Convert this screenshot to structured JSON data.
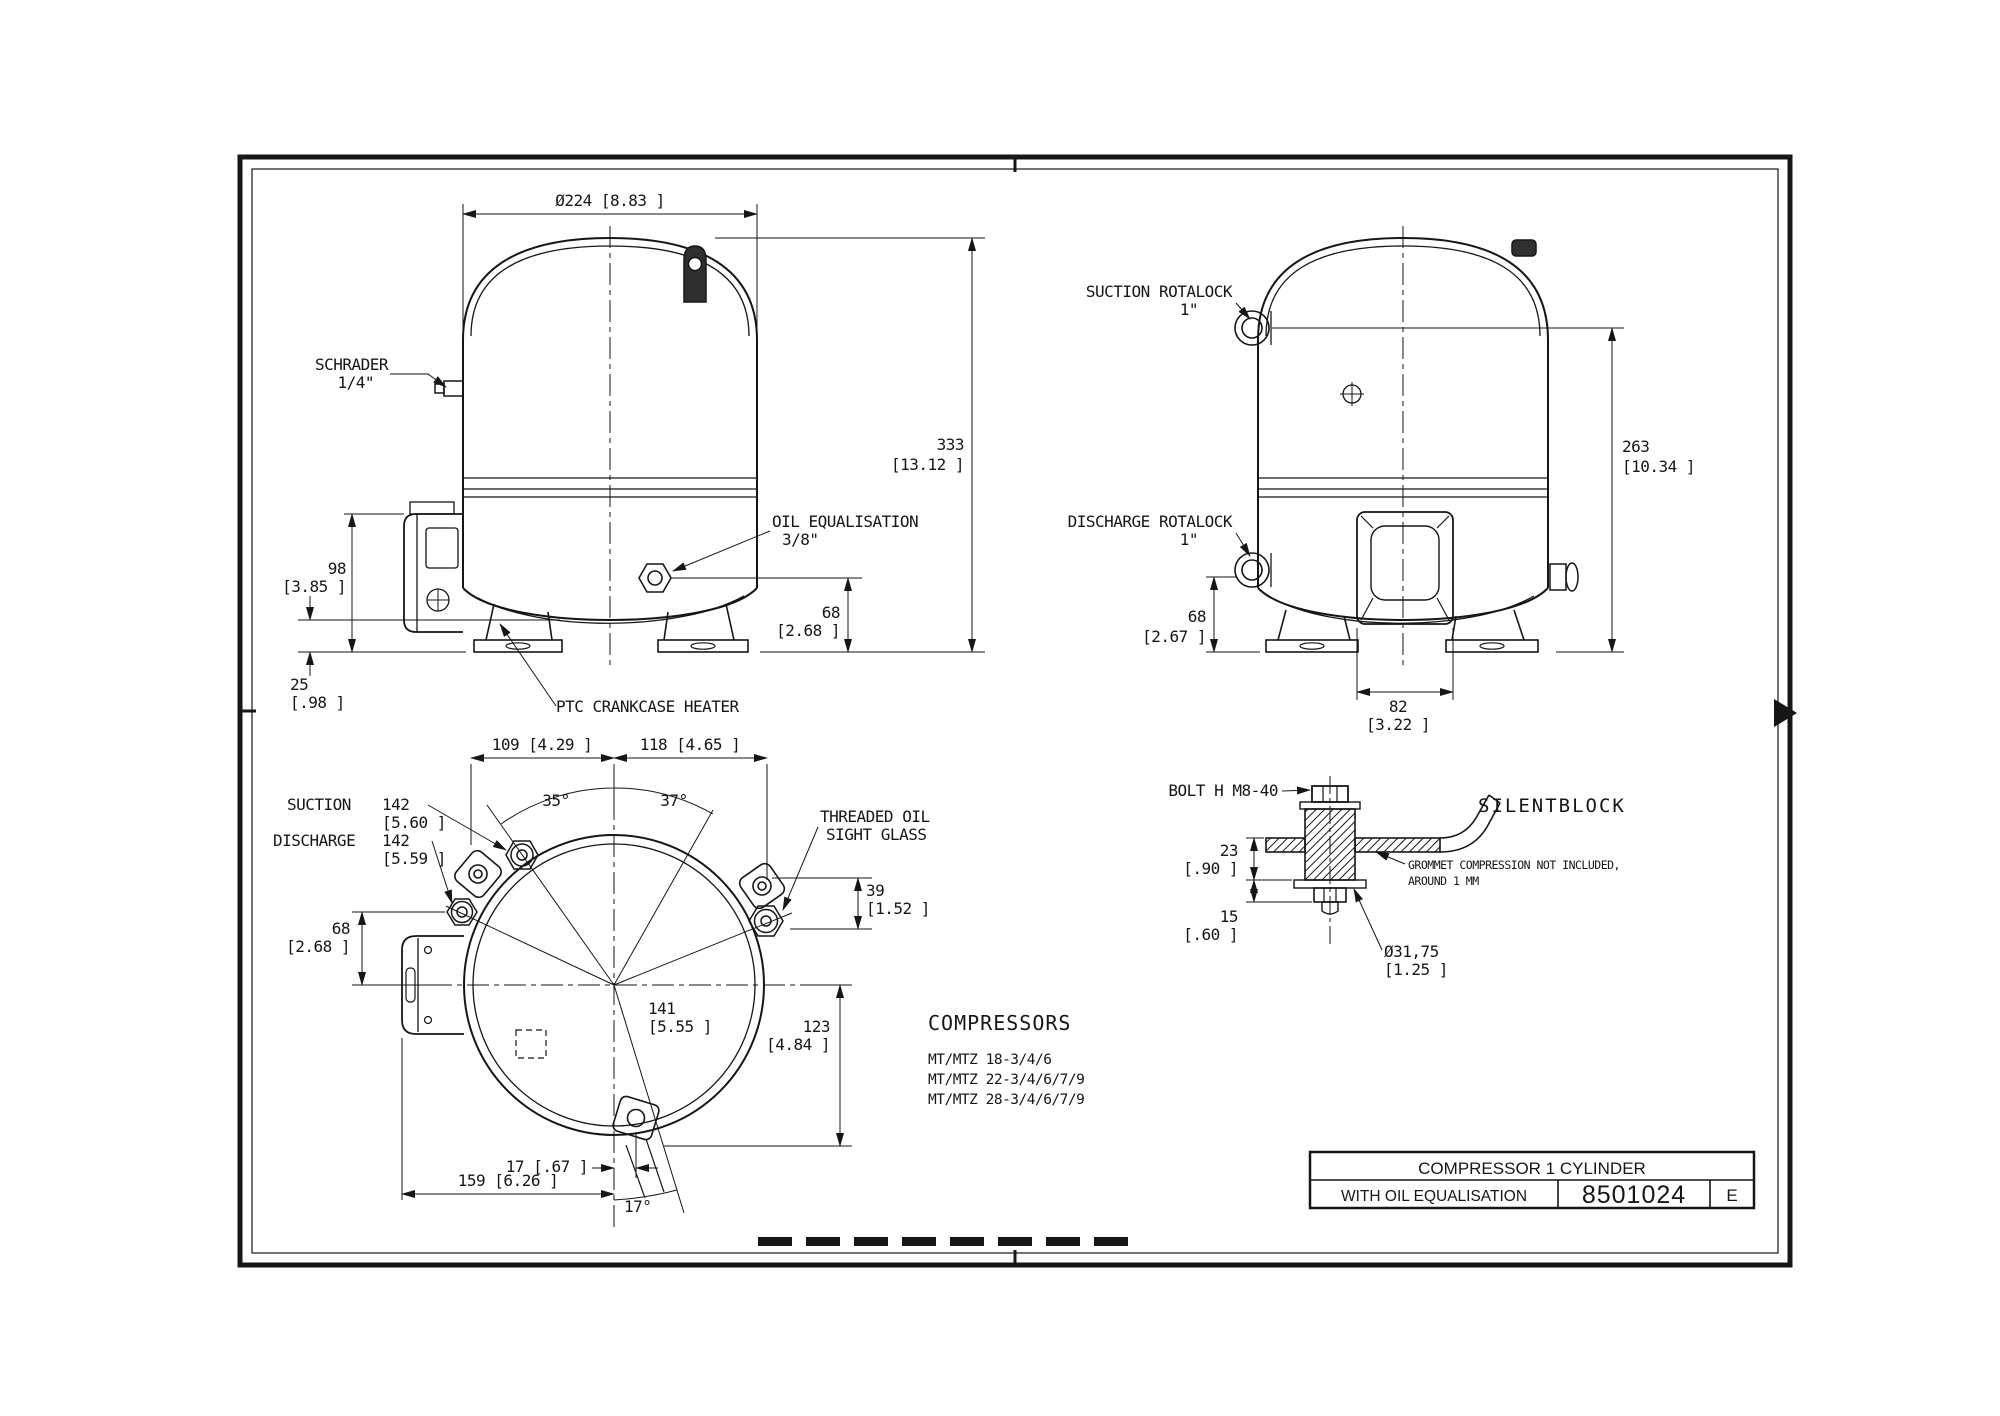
{
  "front_view": {
    "dia": "Ø224  [8.83 ]",
    "schrader": "SCHRADER",
    "schrader_size": "1/4\"",
    "height": "333",
    "height_in": "[13.12 ]",
    "oil_eq": "OIL EQUALISATION",
    "oil_eq_size": "3/8\"",
    "dim_98": "98",
    "dim_98_in": "[3.85 ]",
    "dim_25": "25",
    "dim_25_in": "[.98 ]",
    "dim_68": "68",
    "dim_68_in": "[2.68 ]",
    "ptc": "PTC CRANKCASE HEATER"
  },
  "side_view": {
    "suction": "SUCTION ROTALOCK",
    "suction_size": "1\"",
    "discharge": "DISCHARGE ROTALOCK",
    "discharge_size": "1\"",
    "dim_263": "263",
    "dim_263_in": "[10.34 ]",
    "dim_68": "68",
    "dim_68_in": "[2.67 ]",
    "dim_82": "82",
    "dim_82_in": "[3.22 ]"
  },
  "top_view": {
    "dim_109": "109  [4.29 ]",
    "dim_118": "118  [4.65 ]",
    "angle_35": "35°",
    "angle_37": "37°",
    "suction": "SUCTION",
    "suction_val": "142",
    "suction_in": "[5.60 ]",
    "discharge": "DISCHARGE",
    "discharge_val": "142",
    "discharge_in": "[5.59 ]",
    "dim_68": "68",
    "dim_68_in": "[2.68 ]",
    "sight_glass_1": "THREADED OIL",
    "sight_glass_2": "SIGHT GLASS",
    "dim_39": "39",
    "dim_39_in": "[1.52 ]",
    "dim_141": "141",
    "dim_141_in": "[5.55 ]",
    "dim_123": "123",
    "dim_123_in": "[4.84 ]",
    "dim_17": "17  [.67 ]",
    "dim_159": "159  [6.26 ]",
    "angle_17": "17°"
  },
  "detail": {
    "bolt": "BOLT H M8-40",
    "title": "SILENTBLOCK",
    "dim_23": "23",
    "dim_23_in": "[.90 ]",
    "dim_15": "15",
    "dim_15_in": "[.60 ]",
    "dim_d": "Ø31,75",
    "dim_d_in": "[1.25 ]",
    "note_1": "GROMMET COMPRESSION NOT INCLUDED,",
    "note_2": "AROUND 1 MM"
  },
  "compressors": {
    "title": "COMPRESSORS",
    "items": [
      "MT/MTZ 18-3/4/6",
      "MT/MTZ 22-3/4/6/7/9",
      "MT/MTZ 28-3/4/6/7/9"
    ]
  },
  "title_block": {
    "line1": "COMPRESSOR 1 CYLINDER",
    "line2": "WITH OIL EQUALISATION",
    "number": "8501024",
    "revision": "E"
  }
}
